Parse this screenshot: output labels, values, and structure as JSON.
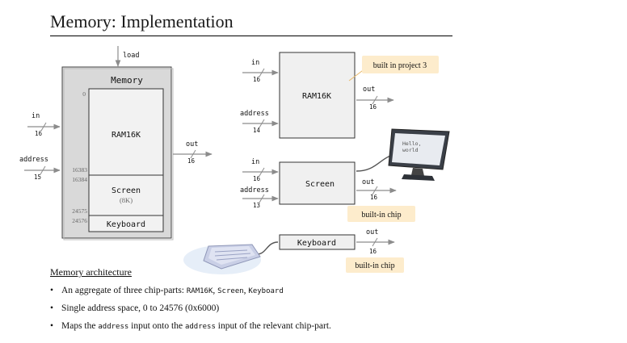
{
  "title": "Memory: Implementation",
  "memory_diagram": {
    "load_label": "load",
    "chip_title": "Memory",
    "ram_label": "RAM16K",
    "screen_label": "Screen",
    "screen_sub": "(8K)",
    "keyboard_label": "Keyboard",
    "addr_0": "0",
    "addr_16383": "16383",
    "addr_16384": "16384",
    "addr_24575": "24575",
    "addr_24576": "24576",
    "in_label": "in",
    "in_width": "16",
    "address_label": "address",
    "address_width": "15",
    "out_label": "out",
    "out_width": "16"
  },
  "ram_part": {
    "in_label": "in",
    "in_width": "16",
    "address_label": "address",
    "address_width": "14",
    "name": "RAM16K",
    "out_label": "out",
    "out_width": "16",
    "note": "built in project 3"
  },
  "screen_part": {
    "in_label": "in",
    "in_width": "16",
    "address_label": "address",
    "address_width": "13",
    "name": "Screen",
    "out_label": "out",
    "out_width": "16",
    "note": "built-in chip",
    "monitor_text_1": "Hello,",
    "monitor_text_2": "world"
  },
  "keyboard_part": {
    "name": "Keyboard",
    "out_label": "out",
    "out_width": "16",
    "note": "built-in chip"
  },
  "section_heading": "Memory architecture",
  "bullets": {
    "b1_text": "An aggregate of three chip-parts: ",
    "b1_code1": "RAM16K",
    "b1_sep1": ", ",
    "b1_code2": "Screen",
    "b1_sep2": ", ",
    "b1_code3": "Keyboard",
    "b2_text": "Single address space, 0 to 24576  (0x6000)",
    "b3_text1": "Maps the ",
    "b3_code1": "address",
    "b3_text2": " input onto the ",
    "b3_code2": "address",
    "b3_text3": " input of the relevant chip-part."
  },
  "colors": {
    "memory_bg": "#d9d9d9",
    "part_bg": "#f0f0f0",
    "note_bg": "#fdeccc",
    "wire": "#8c8c8c"
  }
}
